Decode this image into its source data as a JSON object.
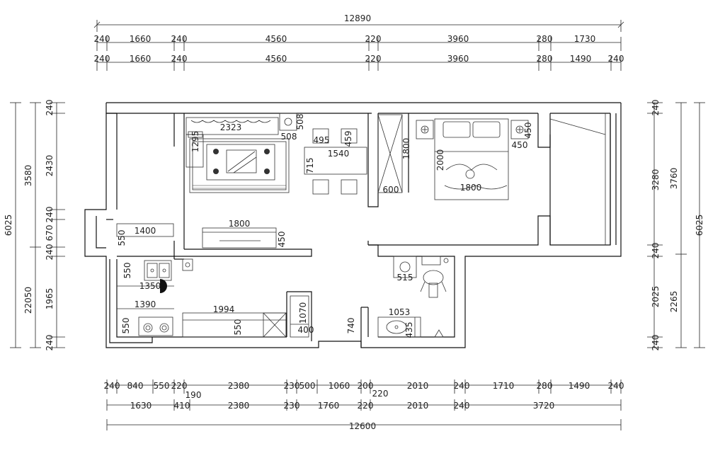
{
  "dims": {
    "top_total": "12890",
    "top_row1": [
      "240",
      "1660",
      "240",
      "4560",
      "220",
      "3960",
      "280",
      "1730"
    ],
    "top_row2": [
      "240",
      "1660",
      "240",
      "4560",
      "220",
      "3960",
      "280",
      "1490",
      "240"
    ],
    "bottom_total": "12600",
    "bottom_row1": [
      "240",
      "840",
      "550",
      "220",
      "2380",
      "230",
      "500",
      "1060",
      "200",
      "2010",
      "240",
      "1710",
      "280",
      "1490",
      "240"
    ],
    "bottom_extra": [
      "190",
      "220"
    ],
    "bottom_row2": [
      "1630",
      "410",
      "2380",
      "230",
      "1760",
      "220",
      "2010",
      "240",
      "3720"
    ],
    "left_outer": [
      "6025"
    ],
    "left_mid": [
      "3580",
      "22050"
    ],
    "left_inner": [
      "240",
      "2430",
      "240",
      "670",
      "240",
      "1965",
      "240"
    ],
    "right_outer": [
      "6025"
    ],
    "right_mid": [
      "3760",
      "2265"
    ],
    "right_inner": [
      "240",
      "3280",
      "240",
      "2025",
      "240"
    ]
  },
  "rooms": {
    "sofa": "2323",
    "sofa_depth": "1295",
    "side_table_a": "508",
    "side_table_b": "508",
    "dining_table": "1540",
    "dining_depth": "715",
    "chair_a": "495",
    "chair_b": "459",
    "wardrobe_depth": "1800",
    "wardrobe_width": "600",
    "bed_length": "2000",
    "bed_width": "1800",
    "nightstand": "450",
    "nightstand_b": "450",
    "tv_unit": "1800",
    "tv_depth": "450",
    "balcony_w": "1400",
    "balcony_d": "550",
    "sink_d": "550",
    "sink_w": "1350",
    "counter_w": "1390",
    "counter_d": "550",
    "counter_long": "1994",
    "counter_long_d": "550",
    "fridge_h": "1070",
    "fridge_w": "400",
    "bath_w": "1053",
    "bath_h": "740",
    "toilet": "435",
    "washer": "515"
  }
}
